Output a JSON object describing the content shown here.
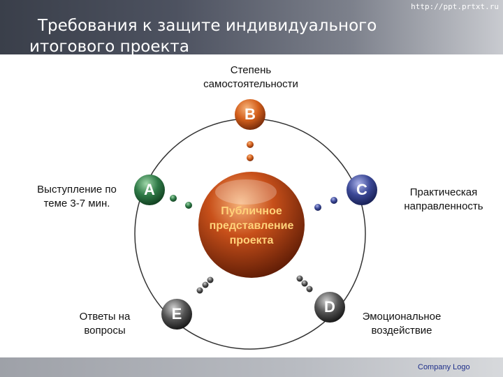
{
  "header": {
    "url": "http://ppt.prtxt.ru",
    "title_line1": "Требования к защите индивидуального",
    "title_line2": "итогового проекта"
  },
  "center": {
    "lines": [
      "Публичное",
      "представление",
      "проекта"
    ],
    "color": "#c8501a"
  },
  "nodes": [
    {
      "letter": "B",
      "label_lines": [
        "Степень",
        "самостоятельности"
      ],
      "color": "#d4601c"
    },
    {
      "letter": "A",
      "label_lines": [
        "Выступление по",
        "теме 3-7 мин."
      ],
      "color": "#2f7a47"
    },
    {
      "letter": "C",
      "label_lines": [
        "Практическая",
        "направленность"
      ],
      "color": "#3b4896"
    },
    {
      "letter": "D",
      "label_lines": [
        "Эмоциональное",
        "воздействие"
      ],
      "color": "#3f3f3f"
    },
    {
      "letter": "E",
      "label_lines": [
        "Ответы на",
        "вопросы"
      ],
      "color": "#3f3f3f"
    }
  ],
  "footer": {
    "logo": "Company Logo"
  }
}
